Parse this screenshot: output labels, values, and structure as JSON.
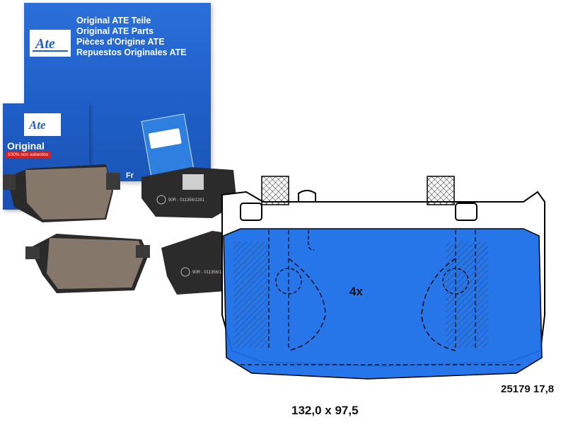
{
  "box_lines": [
    "Original ATE Teile",
    "Original ATE Parts",
    "Pièces d'Origine ATE",
    "Repuestos Originales ATE"
  ],
  "small_box": {
    "original": "Original",
    "asbestos": "100% non asbestos"
  },
  "pad_codes": [
    "90R - 011356/1281",
    "90R - 011356/1281"
  ],
  "box_side_text": "Fr",
  "quantity": "4x",
  "part_code": "25179 17,8",
  "dimensions": "132,0 x 97,5",
  "colors": {
    "ate_blue": "#1f5fc8",
    "schematic_blue": "#1b6fe8",
    "pad_friction": "#85786a"
  }
}
